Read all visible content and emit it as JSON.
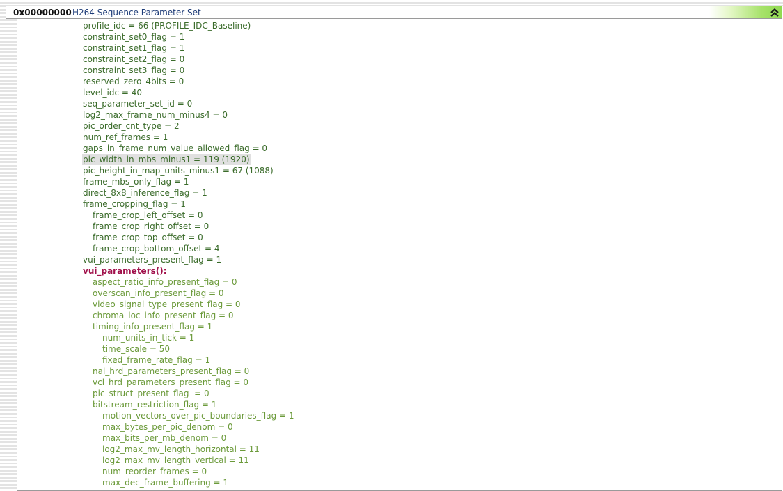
{
  "header": {
    "address": "0x00000000",
    "title": "H264 Sequence Parameter Set",
    "collapse_icon": "double-chevron-up-icon",
    "accent_color": "#8fd94f"
  },
  "fields": [
    {
      "text": "profile_idc = 66 (PROFILE_IDC_Baseline)",
      "level": 0,
      "kind": "sps"
    },
    {
      "text": "constraint_set0_flag = 1",
      "level": 0,
      "kind": "sps"
    },
    {
      "text": "constraint_set1_flag = 1",
      "level": 0,
      "kind": "sps"
    },
    {
      "text": "constraint_set2_flag = 0",
      "level": 0,
      "kind": "sps"
    },
    {
      "text": "constraint_set3_flag = 0",
      "level": 0,
      "kind": "sps"
    },
    {
      "text": "reserved_zero_4bits = 0",
      "level": 0,
      "kind": "sps"
    },
    {
      "text": "level_idc = 40",
      "level": 0,
      "kind": "sps"
    },
    {
      "text": "seq_parameter_set_id = 0",
      "level": 0,
      "kind": "sps"
    },
    {
      "text": "log2_max_frame_num_minus4 = 0",
      "level": 0,
      "kind": "sps"
    },
    {
      "text": "pic_order_cnt_type = 2",
      "level": 0,
      "kind": "sps"
    },
    {
      "text": "num_ref_frames = 1",
      "level": 0,
      "kind": "sps"
    },
    {
      "text": "gaps_in_frame_num_value_allowed_flag = 0",
      "level": 0,
      "kind": "sps"
    },
    {
      "text": "pic_width_in_mbs_minus1 = 119 (1920)",
      "level": 0,
      "kind": "sps",
      "highlighted": true
    },
    {
      "text": "pic_height_in_map_units_minus1 = 67 (1088)",
      "level": 0,
      "kind": "sps"
    },
    {
      "text": "frame_mbs_only_flag = 1",
      "level": 0,
      "kind": "sps"
    },
    {
      "text": "direct_8x8_inference_flag = 1",
      "level": 0,
      "kind": "sps"
    },
    {
      "text": "frame_cropping_flag = 1",
      "level": 0,
      "kind": "sps"
    },
    {
      "text": "frame_crop_left_offset = 0",
      "level": 1,
      "kind": "sps"
    },
    {
      "text": "frame_crop_right_offset = 0",
      "level": 1,
      "kind": "sps"
    },
    {
      "text": "frame_crop_top_offset = 0",
      "level": 1,
      "kind": "sps"
    },
    {
      "text": "frame_crop_bottom_offset = 4",
      "level": 1,
      "kind": "sps"
    },
    {
      "text": "vui_parameters_present_flag = 1",
      "level": 0,
      "kind": "sps"
    },
    {
      "text": "vui_parameters():",
      "level": 0,
      "kind": "func"
    },
    {
      "text": "aspect_ratio_info_present_flag = 0",
      "level": 1,
      "kind": "vui"
    },
    {
      "text": "overscan_info_present_flag = 0",
      "level": 1,
      "kind": "vui"
    },
    {
      "text": "video_signal_type_present_flag = 0",
      "level": 1,
      "kind": "vui"
    },
    {
      "text": "chroma_loc_info_present_flag = 0",
      "level": 1,
      "kind": "vui"
    },
    {
      "text": "timing_info_present_flag = 1",
      "level": 1,
      "kind": "vui"
    },
    {
      "text": "num_units_in_tick = 1",
      "level": 2,
      "kind": "vui"
    },
    {
      "text": "time_scale = 50",
      "level": 2,
      "kind": "vui"
    },
    {
      "text": "fixed_frame_rate_flag = 1",
      "level": 2,
      "kind": "vui"
    },
    {
      "text": "nal_hrd_parameters_present_flag = 0",
      "level": 1,
      "kind": "vui"
    },
    {
      "text": "vcl_hrd_parameters_present_flag = 0",
      "level": 1,
      "kind": "vui"
    },
    {
      "text": "pic_struct_present_flag  = 0",
      "level": 1,
      "kind": "vui"
    },
    {
      "text": "bitstream_restriction_flag = 1",
      "level": 1,
      "kind": "vui"
    },
    {
      "text": "motion_vectors_over_pic_boundaries_flag = 1",
      "level": 2,
      "kind": "vui"
    },
    {
      "text": "max_bytes_per_pic_denom = 0",
      "level": 2,
      "kind": "vui"
    },
    {
      "text": "max_bits_per_mb_denom = 0",
      "level": 2,
      "kind": "vui"
    },
    {
      "text": "log2_max_mv_length_horizontal = 11",
      "level": 2,
      "kind": "vui"
    },
    {
      "text": "log2_max_mv_length_vertical = 11",
      "level": 2,
      "kind": "vui"
    },
    {
      "text": "num_reorder_frames = 0",
      "level": 2,
      "kind": "vui"
    },
    {
      "text": "max_dec_frame_buffering = 1",
      "level": 2,
      "kind": "vui"
    }
  ]
}
